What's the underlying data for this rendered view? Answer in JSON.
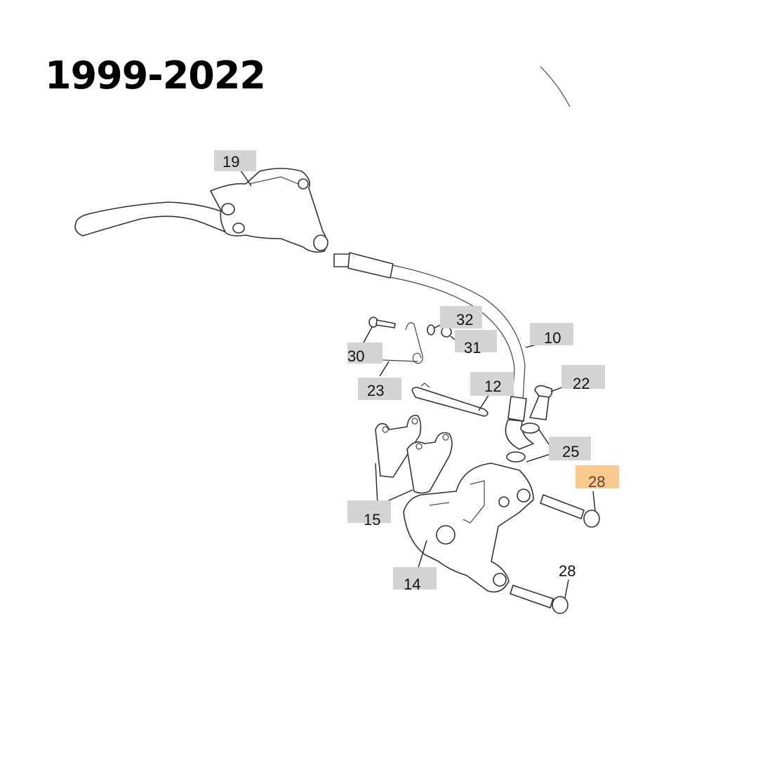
{
  "title": "1999-2022",
  "labels": {
    "p19": "19",
    "p32": "32",
    "p31": "31",
    "p10": "10",
    "p30": "30",
    "p23": "23",
    "p12": "12",
    "p22": "22",
    "p25": "25",
    "p28_highlighted": "28",
    "p15": "15",
    "p14": "14",
    "p28": "28"
  },
  "colors": {
    "label_bg": "#d4d4d4",
    "highlight_bg": "#f9c98c"
  }
}
